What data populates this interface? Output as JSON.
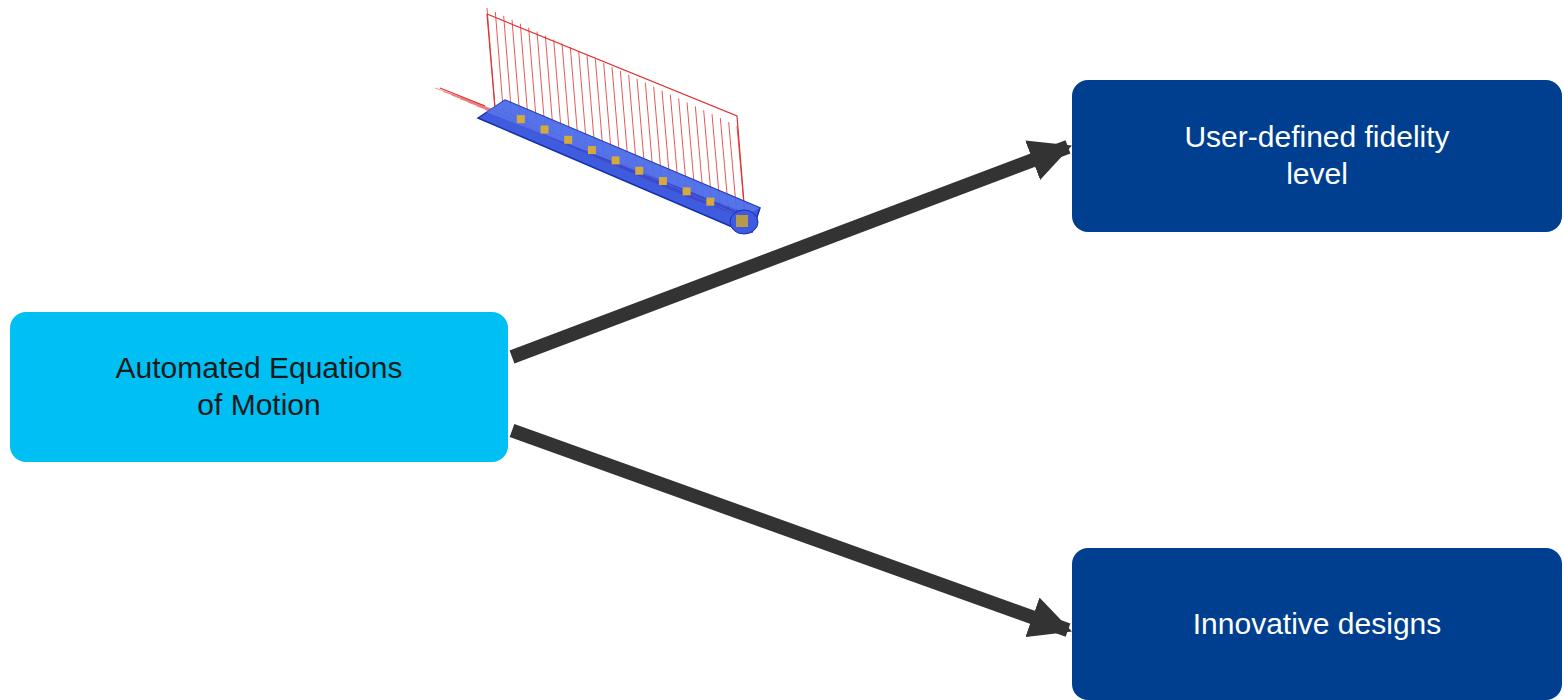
{
  "diagram": {
    "nodes": [
      {
        "text": [
          "Automated Equations of Motion"
        ]
      },
      {
        "text": [
          "User-defined fidelity level"
        ]
      },
      {
        "text": [
          "Innovative designs"
        ]
      }
    ],
    "edges": [
      {
        "from": 0,
        "to": 1,
        "arrow": "to"
      },
      {
        "from": 0,
        "to": 2,
        "arrow": "to"
      }
    ]
  }
}
